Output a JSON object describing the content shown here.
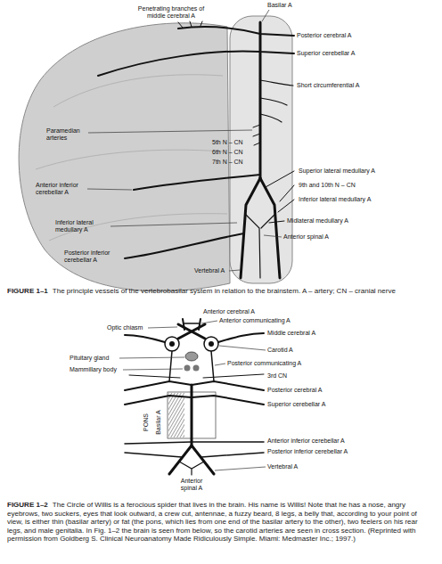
{
  "diagram": {
    "labels": [
      "Basilar A",
      "Penetrating branches of middle cerebral A",
      "Posterior cerebral A",
      "Superior cerebellar A",
      "Short circumferential A",
      "Paramedian arteries",
      "5th N – CN",
      "6th N – CN",
      "7th N – CN",
      "Anterior inferior cerebellar A",
      "Superior lateral medullary A",
      "9th and 10th N – CN",
      "Inferior lateral medullary A",
      "Midlateral medullary A",
      "Inferior lateral medullary A",
      "Anterior spinal A",
      "Posterior inferior cerebellar A",
      "Vertebral A",
      "FIGURE 1–1",
      "The principle vessels of the vertebrobasilar system in relation to the brainstem. A – artery; CN – cranial nerve",
      "Anterior cerebral A",
      "Anterior communicating A",
      "Optic chiasm",
      "Middle cerebral A",
      "Carotid A",
      "Pituitary gland",
      "Posterior communicating A",
      "Mammillary body",
      "3rd CN",
      "Posterior cerebral A",
      "Superior cerebellar A",
      "Basilar A",
      "PONS",
      "Anterior inferior cerebellar A",
      "Posterior inferior cerebellar A",
      "Anterior spinal A",
      "Vertebral A",
      "FIGURE 1–2",
      "The Circle of Willis is a ferocious spider that lives in the brain. His name is Willis! Note that he has a nose, angry eyebrows, two suckers, eyes that look outward, a crew cut, antennae, a fuzzy beard, 8 legs, a belly that, according to your point of view, is either thin (basilar artery) or fat (the pons, which lies from one end of the basilar artery to the other), two feelers on his rear legs, and male genitalia. In Fig. 1–2 the brain is seen from below, so the carotid arteries are seen in cross section. (Reprinted with permission from Goldberg S. Clinical Neuroanatomy Made Ridiculously Simple. Miami: Medmaster Inc.; 1997.)"
    ]
  }
}
